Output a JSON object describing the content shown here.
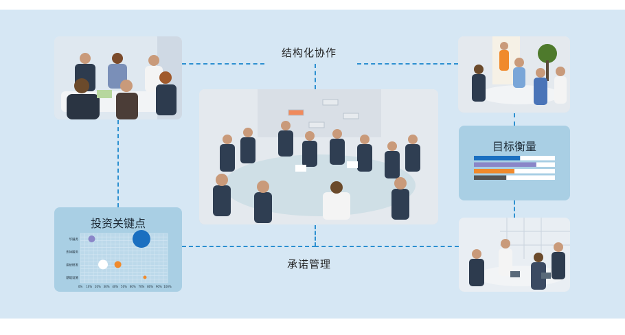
{
  "labels": {
    "top_connector": "结构化协作",
    "bottom_connector": "承诺管理",
    "investment": "投资关键点",
    "metrics": "目标衡量"
  },
  "colors": {
    "accent_blue": "#1a6fc0",
    "connector": "#2b8fd0",
    "band": "#d6e7f4",
    "panel": "#a9cfe4"
  },
  "chart_data": [
    {
      "type": "scatter",
      "title": "投资关键点",
      "categories": [
        "华展务",
        "支持服务",
        "系统研发",
        "基础设施"
      ],
      "x_ticks": [
        "0%",
        "10%",
        "20%",
        "30%",
        "40%",
        "50%",
        "60%",
        "70%",
        "80%",
        "90%",
        "100%"
      ],
      "xlim": [
        0,
        100
      ],
      "points": [
        {
          "category": "华展务",
          "x": 70,
          "size": "large",
          "color": "#1a6fc0"
        },
        {
          "category": "华展务",
          "x": 13,
          "size": "small",
          "color": "#8a86c8"
        },
        {
          "category": "系统研发",
          "x": 43,
          "size": "small",
          "color": "#f08a2c"
        },
        {
          "category": "系统研发",
          "x": 26,
          "size": "medium",
          "color": "#ffffff"
        },
        {
          "category": "基础设施",
          "x": 74,
          "size": "tiny",
          "color": "#f08a2c"
        }
      ]
    },
    {
      "type": "bar",
      "title": "目标衡量",
      "orientation": "horizontal",
      "values": [
        57,
        77,
        50,
        40
      ],
      "colors": [
        "#1a6fc0",
        "#8a86c8",
        "#f08a2c",
        "#555555"
      ],
      "xlim": [
        0,
        100
      ]
    }
  ]
}
